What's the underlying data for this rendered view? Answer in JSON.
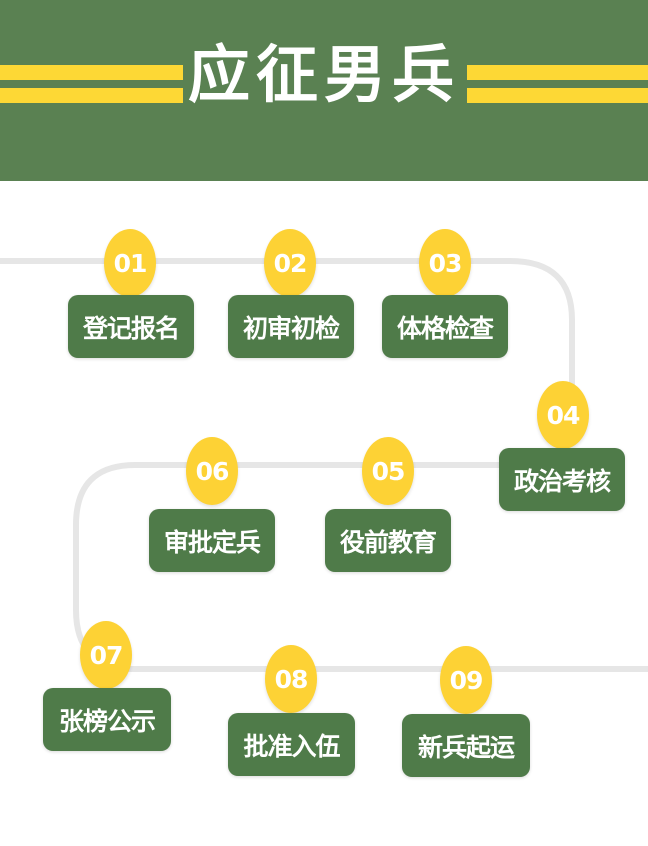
{
  "header": {
    "title": "应征男兵",
    "background_color": "#5a8152",
    "stripe_color": "#fdd835"
  },
  "steps": [
    {
      "number": "01",
      "label": "登记报名"
    },
    {
      "number": "02",
      "label": "初审初检"
    },
    {
      "number": "03",
      "label": "体格检查"
    },
    {
      "number": "04",
      "label": "政治考核"
    },
    {
      "number": "05",
      "label": "役前教育"
    },
    {
      "number": "06",
      "label": "审批定兵"
    },
    {
      "number": "07",
      "label": "张榜公示"
    },
    {
      "number": "08",
      "label": "批准入伍"
    },
    {
      "number": "09",
      "label": "新兵起运"
    }
  ],
  "colors": {
    "badge": "#fdd235",
    "box": "#4f7b49",
    "path": "#e6e6e6"
  }
}
